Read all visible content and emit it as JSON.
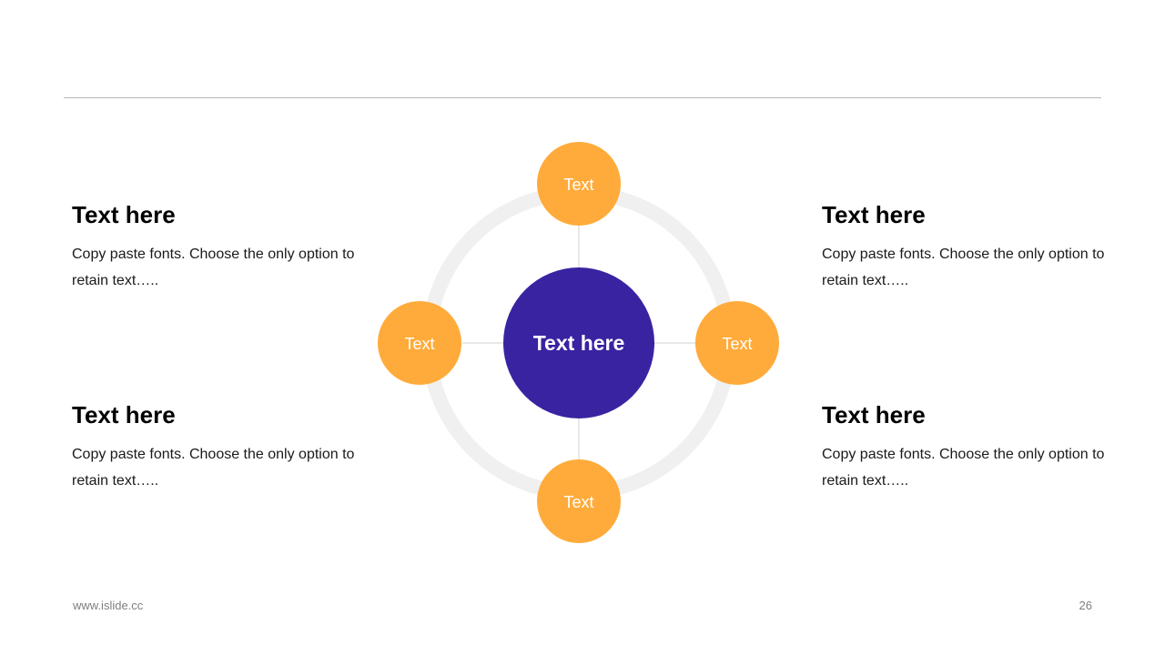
{
  "blocks": {
    "top_left": {
      "title": "Text here",
      "body": "Copy paste fonts. Choose the only option to retain text….."
    },
    "top_right": {
      "title": "Text here",
      "body": "Copy paste fonts. Choose the only option to retain text….."
    },
    "bottom_left": {
      "title": "Text here",
      "body": "Copy paste fonts. Choose the only option to retain text….."
    },
    "bottom_right": {
      "title": "Text here",
      "body": "Copy paste fonts. Choose the only option to retain text….."
    }
  },
  "diagram": {
    "center_label": "Text here",
    "nodes": {
      "top": "Text",
      "left": "Text",
      "right": "Text",
      "bottom": "Text"
    },
    "colors": {
      "center": "#3a23a1",
      "node": "#ffab3b",
      "ring": "#f0f0f0",
      "connector": "#d0d0d0"
    }
  },
  "footer": {
    "url": "www.islide.cc",
    "page": "26"
  }
}
